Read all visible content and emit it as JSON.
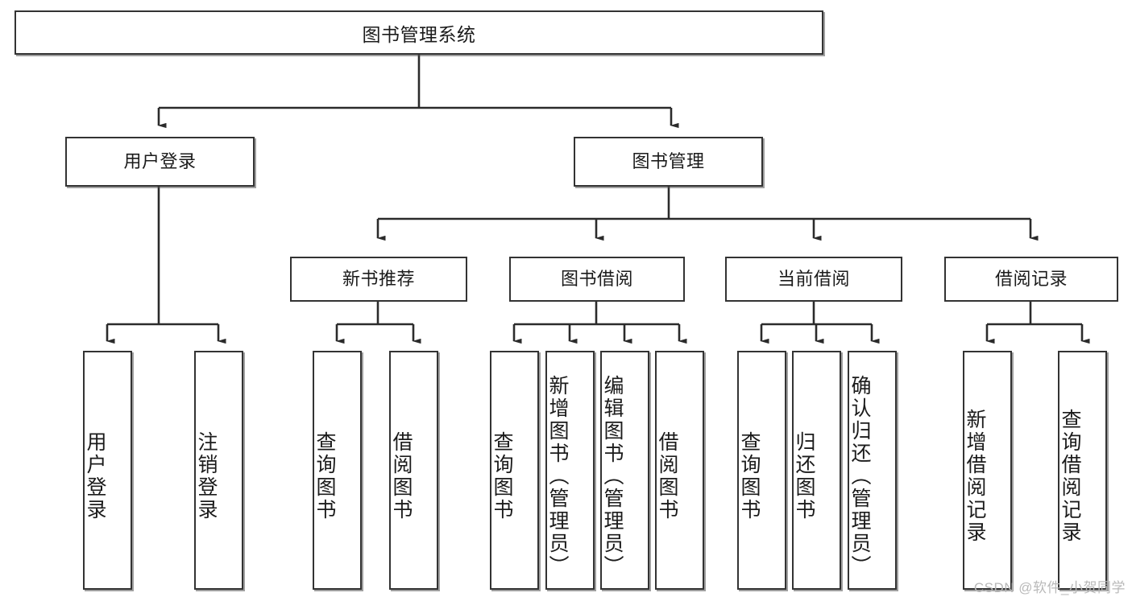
{
  "diagram": {
    "type": "hierarchy-tree",
    "title": "图书管理系统",
    "root": {
      "label": "图书管理系统",
      "id": "root"
    },
    "level2": [
      {
        "id": "user-login",
        "label": "用户登录"
      },
      {
        "id": "book-management",
        "label": "图书管理"
      }
    ],
    "level3": [
      {
        "id": "new-book-recommend",
        "label": "新书推荐",
        "parent": "book-management"
      },
      {
        "id": "book-borrow",
        "label": "图书借阅",
        "parent": "book-management"
      },
      {
        "id": "current-borrow",
        "label": "当前借阅",
        "parent": "book-management"
      },
      {
        "id": "borrow-record",
        "label": "借阅记录",
        "parent": "book-management"
      }
    ],
    "leaves": [
      {
        "id": "leaf-user-login",
        "label": "用户登录",
        "parent": "user-login"
      },
      {
        "id": "leaf-logout",
        "label": "注销登录",
        "parent": "user-login"
      },
      {
        "id": "leaf-query-book-1",
        "label": "查询图书",
        "parent": "new-book-recommend"
      },
      {
        "id": "leaf-borrow-book-1",
        "label": "借阅图书",
        "parent": "new-book-recommend"
      },
      {
        "id": "leaf-query-book-2",
        "label": "查询图书",
        "parent": "book-borrow"
      },
      {
        "id": "leaf-add-book",
        "label": "新增图书（管理员）",
        "parent": "book-borrow"
      },
      {
        "id": "leaf-edit-book",
        "label": "编辑图书（管理员）",
        "parent": "book-borrow"
      },
      {
        "id": "leaf-borrow-book-2",
        "label": "借阅图书",
        "parent": "book-borrow"
      },
      {
        "id": "leaf-query-book-3",
        "label": "查询图书",
        "parent": "current-borrow"
      },
      {
        "id": "leaf-return-book",
        "label": "归还图书",
        "parent": "current-borrow"
      },
      {
        "id": "leaf-confirm-return",
        "label": "确认归还（管理员）",
        "parent": "current-borrow"
      },
      {
        "id": "leaf-add-record",
        "label": "新增借阅记录",
        "parent": "borrow-record"
      },
      {
        "id": "leaf-query-record",
        "label": "查询借阅记录",
        "parent": "borrow-record"
      }
    ],
    "colors": {
      "stroke": "#333333",
      "fill": "#ffffff",
      "text": "#1b1b1b",
      "watermark": "#b9b9b9"
    }
  },
  "watermark": {
    "text": "CSDN @软件_小贺同学"
  }
}
